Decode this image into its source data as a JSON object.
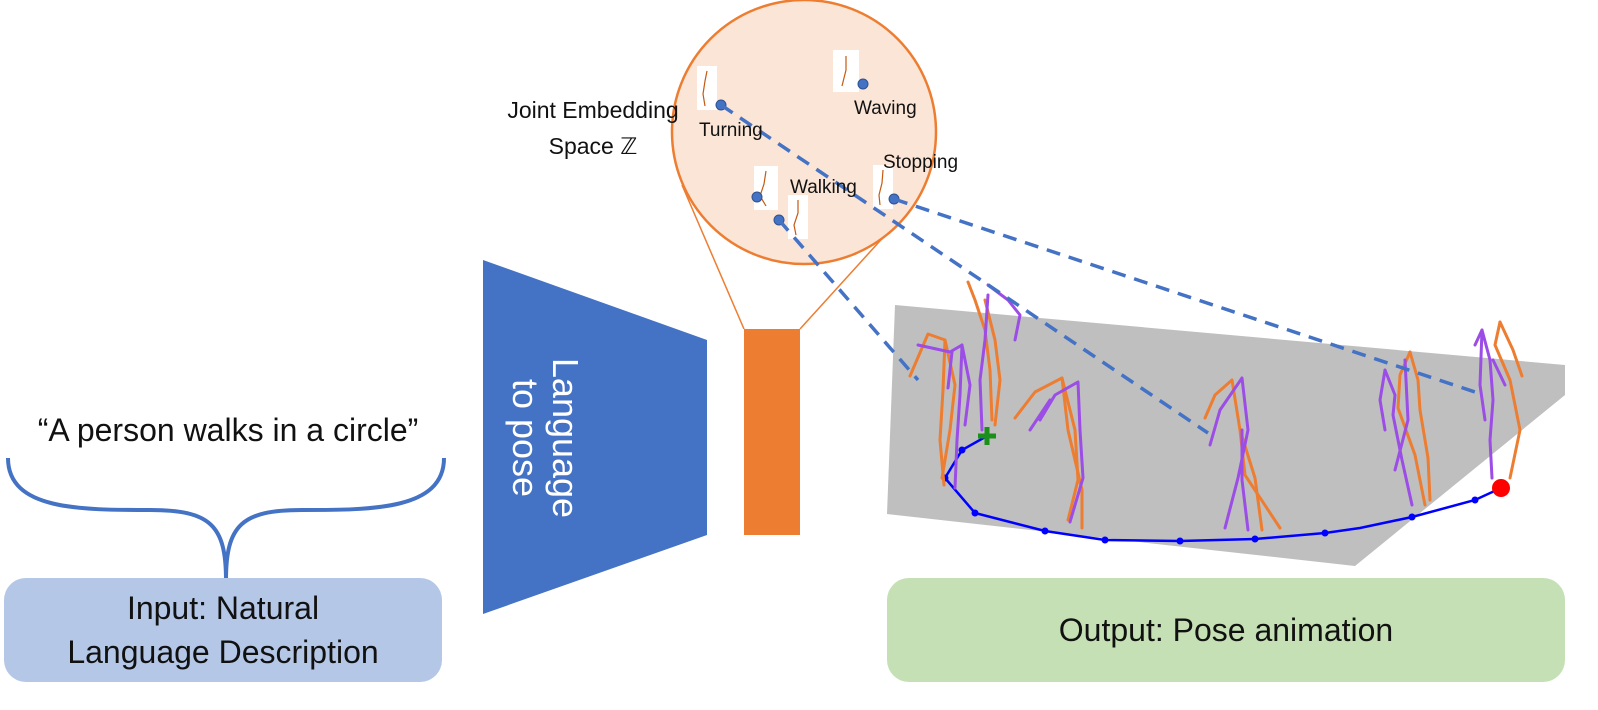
{
  "input": {
    "quote": "“A person walks in a circle”",
    "box_label": "Input: Natural Language Description"
  },
  "model": {
    "label_line1": "Language",
    "label_line2": "to pose"
  },
  "embedding": {
    "title_line1": "Joint Embedding",
    "title_line2": "Space ℤ",
    "points": [
      {
        "label": "Turning"
      },
      {
        "label": "Waving"
      },
      {
        "label": "Walking"
      },
      {
        "label": "Stopping"
      }
    ]
  },
  "output": {
    "box_label": "Output: Pose animation"
  },
  "colors": {
    "trapezoid": "#4472c4",
    "embedding_bar": "#ed7d31",
    "circle_fill": "#fbe5d6",
    "circle_stroke": "#ed7d31",
    "dashed_links": "#4472c4",
    "floor": "#bfbfbf",
    "skeleton_a": "#ed7d31",
    "skeleton_b": "#9b4de6",
    "trajectory": "#0000ff",
    "start_marker": "#1a8f1a",
    "end_marker": "#ff0000",
    "input_box": "#b4c7e7",
    "output_box": "#c5e0b4"
  },
  "icons": [
    "curly-brace-icon",
    "skeleton-icon",
    "start-plus-icon",
    "end-dot-icon"
  ]
}
